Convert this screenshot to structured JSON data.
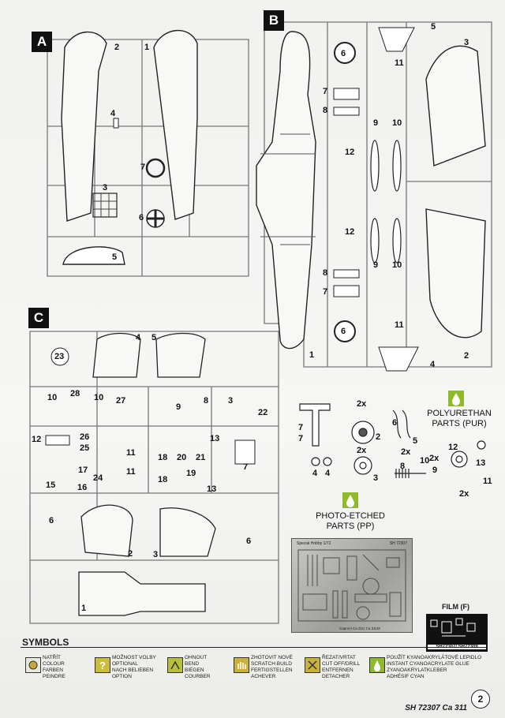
{
  "sections": {
    "a": "A",
    "b": "B",
    "c": "C"
  },
  "sprue_a": {
    "n1": "1",
    "n2": "2",
    "n3": "3",
    "n4": "4",
    "n5": "5",
    "n6": "6",
    "n7": "7"
  },
  "sprue_b": {
    "n1": "1",
    "n2": "2",
    "n3": "3",
    "n4": "4",
    "n5": "5",
    "n6a": "6",
    "n6b": "6",
    "n7a": "7",
    "n7b": "7",
    "n8a": "8",
    "n8b": "8",
    "n9a": "9",
    "n9b": "9",
    "n10a": "10",
    "n10b": "10",
    "n11a": "11",
    "n11b": "11",
    "n12a": "12",
    "n12b": "12"
  },
  "sprue_c": {
    "n23": "23",
    "n4": "4",
    "n5": "5",
    "n10a": "10",
    "n28": "28",
    "n10b": "10",
    "n27": "27",
    "n9": "9",
    "n8": "8",
    "n3": "3",
    "n22": "22",
    "n12": "12",
    "n26": "26",
    "n25": "25",
    "n11a": "11",
    "n13a": "13",
    "n18a": "18",
    "n20": "20",
    "n21": "21",
    "n7": "7",
    "n17": "17",
    "n24": "24",
    "n11b": "11",
    "n15": "15",
    "n16": "16",
    "n18b": "18",
    "n19": "19",
    "n13b": "13",
    "n6a": "6",
    "n2": "2",
    "n3b": "3",
    "n6b": "6",
    "n1": "1"
  },
  "resin": {
    "title": "POLYURETHAN PARTS (PUR)",
    "n7a": "7",
    "n7b": "7",
    "n2x1": "2x",
    "n2": "2",
    "n6": "6",
    "n5": "5",
    "n2x2": "2x",
    "n4a": "4",
    "n4b": "4",
    "n2x3": "2x",
    "n3": "3",
    "n8": "8",
    "n10": "10",
    "n9": "9",
    "n12": "12",
    "n13": "13",
    "n2x4": "2x",
    "n11": "11",
    "n2x5": "2x"
  },
  "pe": {
    "title": "PHOTO-ETCHED PARTS (PP)",
    "fret_label": "Special Hobby 1/72",
    "fret_code": "SH 72307",
    "fret_bottom": "Caproni Ca.311/ Ca.311M"
  },
  "film": {
    "title": "FILM (F)",
    "code": "SH72307/ SH72309"
  },
  "symbols": {
    "title": "SYMBOLS",
    "items": [
      {
        "icon": "colour-icon",
        "text": "NATŘÍT\nCOLOUR\nFARBEN\nPEINDRE"
      },
      {
        "icon": "option-icon",
        "text": "MOŽNOST VOLBY\nOPTIONAL\nNACH BELIEBEN\nOPTION"
      },
      {
        "icon": "bend-icon",
        "text": "OHNOUT\nBEND\nBIEGEN\nCOURBER"
      },
      {
        "icon": "scratch-build-icon",
        "text": "ZHOTOVIT NOVÉ\nSCRATCH BUILD\nFERTIGSTELLEN\nACHEVER"
      },
      {
        "icon": "cut-drill-icon",
        "text": "ŘEZAT/VRTAT\nCUT OFF/DRILL\nENTFERNEN\nDETACHER"
      },
      {
        "icon": "glue-icon",
        "text": "POUŽÍT KYANOAKRYLÁTOVÉ LEPIDLO\nINSTANT CYANOACRYLATE GLUE\nZYANOAKRYLATKLEBER\nADHÉSIF CYAN"
      }
    ]
  },
  "footer": {
    "code": "SH 72307 Ca 311",
    "page": "2"
  }
}
